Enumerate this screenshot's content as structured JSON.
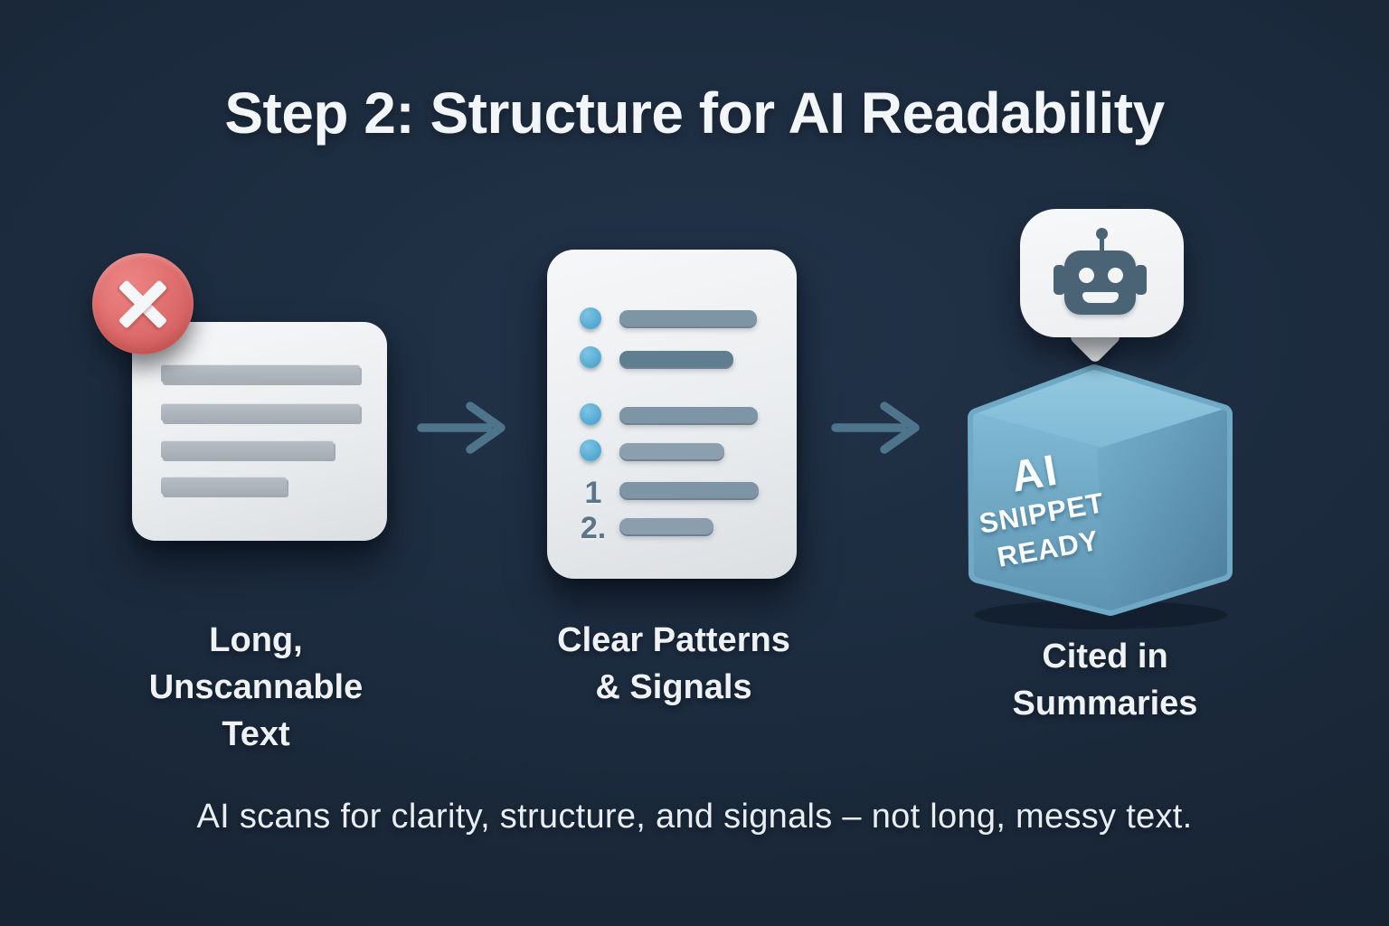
{
  "title": "Step 2: Structure for AI Readability",
  "caption": "AI scans for clarity, structure, and signals – not long, messy text.",
  "flow": {
    "before": {
      "label": "Long,\nUnscannable\nText",
      "badge_icon": "x-mark",
      "text_line_count": 4
    },
    "during": {
      "label": "Clear Patterns\n& Signals",
      "bullet_count": 4,
      "numbered_markers": [
        "1",
        "2."
      ]
    },
    "after": {
      "label": "Cited in\nSummaries",
      "bubble_icon": "robot-face",
      "cube_lines": [
        "AI",
        "SNIPPET",
        "READY"
      ]
    },
    "arrow_glyph": "→"
  },
  "colors": {
    "background": "#1b2a3c",
    "card": "#eef0f2",
    "error_red": "#dc6868",
    "bullet_blue": "#58acd4",
    "bar_slate": "#7e95a6",
    "cube_blue": "#7db7d3",
    "robot_slate": "#4a6375",
    "arrow": "#50788f",
    "heading_text": "#f3f6f9"
  }
}
